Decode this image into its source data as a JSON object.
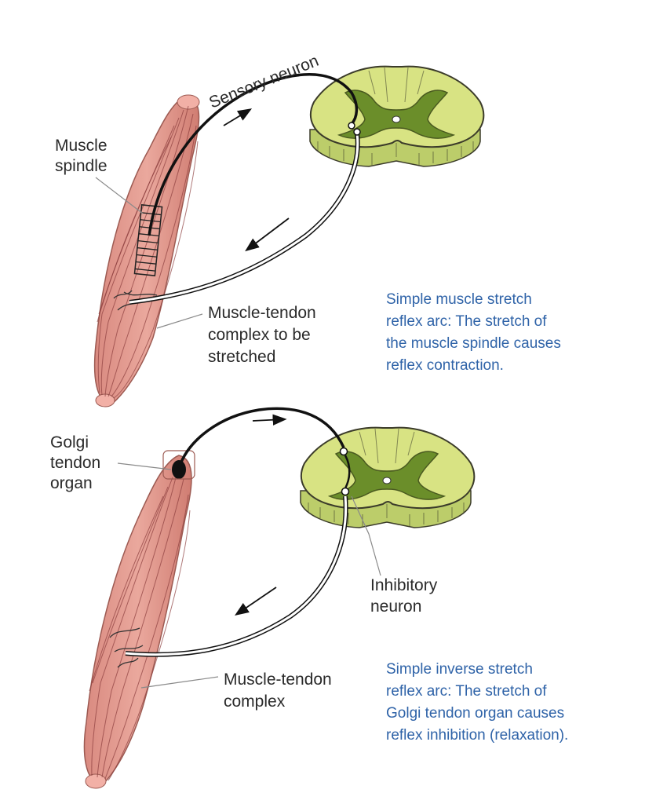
{
  "colors": {
    "muscle": "#e59b90",
    "muscle_dark": "#b9675e",
    "white_matter": "#d8e383",
    "gray_matter": "#7fa43a",
    "caption_text": "#2f63a8",
    "neuron": "#111111"
  },
  "top_panel": {
    "sensory_neuron_label": "Sensory neuron",
    "muscle_spindle_label": [
      "Muscle",
      "spindle"
    ],
    "complex_label": [
      "Muscle-tendon",
      "complex to be",
      "stretched"
    ],
    "caption": [
      "Simple muscle stretch",
      "reflex arc: The stretch of",
      "the muscle spindle causes",
      "reflex contraction."
    ]
  },
  "bottom_panel": {
    "golgi_label": [
      "Golgi",
      "tendon",
      "organ"
    ],
    "inhibitory_label": [
      "Inhibitory",
      "neuron"
    ],
    "complex_label": [
      "Muscle-tendon",
      "complex"
    ],
    "caption": [
      "Simple inverse stretch",
      "reflex arc: The stretch of",
      "Golgi tendon organ causes",
      "reflex inhibition (relaxation)."
    ]
  }
}
